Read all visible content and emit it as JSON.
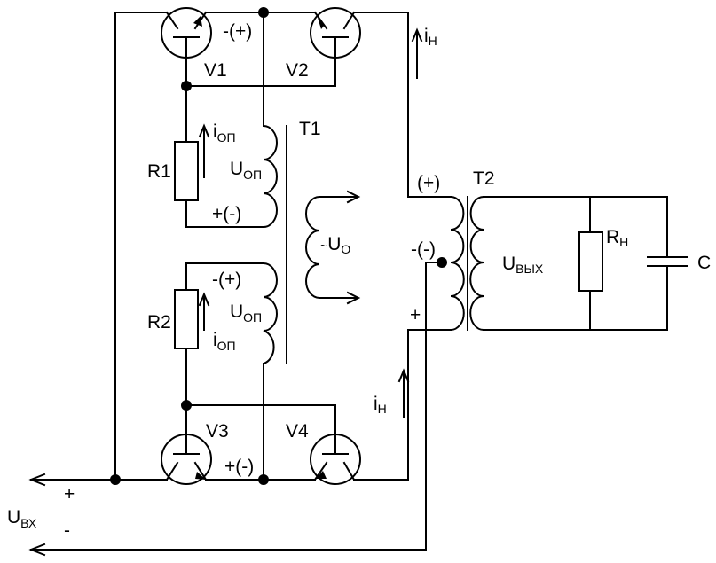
{
  "transistors": {
    "v1": "V1",
    "v2": "V2",
    "v3": "V3",
    "v4": "V4"
  },
  "resistors": {
    "r1": "R1",
    "r2": "R2",
    "rn": {
      "main": "R",
      "sub": "Н"
    }
  },
  "capacitor": "C",
  "transformers": {
    "t1": "T1",
    "t2": "T2"
  },
  "voltages": {
    "u_op_top": {
      "main": "U",
      "sub": "ОП"
    },
    "u_op_bottom": {
      "main": "U",
      "sub": "ОП"
    },
    "u_o": {
      "prefix": "~",
      "main": "U",
      "sub": "О"
    },
    "u_out": {
      "main": "U",
      "sub": "ВЫХ"
    },
    "u_in": {
      "main": "U",
      "sub": "ВХ"
    }
  },
  "currents": {
    "i_op_top": {
      "main": "i",
      "sub": "ОП"
    },
    "i_op_bottom": {
      "main": "i",
      "sub": "ОП"
    },
    "i_n_top": {
      "main": "i",
      "sub": "Н"
    },
    "i_n_bottom": {
      "main": "i",
      "sub": "Н"
    }
  },
  "polarities": {
    "v1_v2_emitter": "-(+)",
    "t1_top_bottom_end": "+(-)",
    "t1_bottom_top_end": "-(+)",
    "v3_v4_emitter": "+(-)",
    "t2_top": "(+)",
    "t2_center_tap": "-(-)",
    "t2_bottom": "+",
    "input_plus": "+",
    "input_minus": "-"
  }
}
